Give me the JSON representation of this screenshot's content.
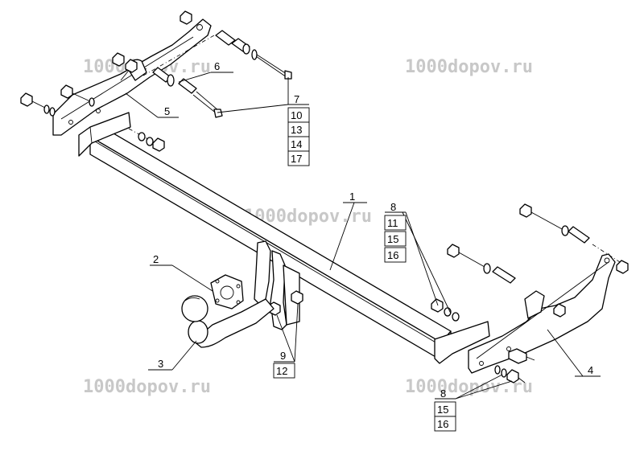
{
  "watermark": "1000dopov.ru",
  "callouts": {
    "c1": "1",
    "c2": "2",
    "c3": "3",
    "c4": "4",
    "c5": "5",
    "c6": "6",
    "c7": [
      "7",
      "10",
      "13",
      "14",
      "17"
    ],
    "c8": [
      "8",
      "11",
      "15",
      "16"
    ],
    "c9": [
      "9",
      "12"
    ],
    "c8b": [
      "8",
      "15",
      "16"
    ]
  }
}
